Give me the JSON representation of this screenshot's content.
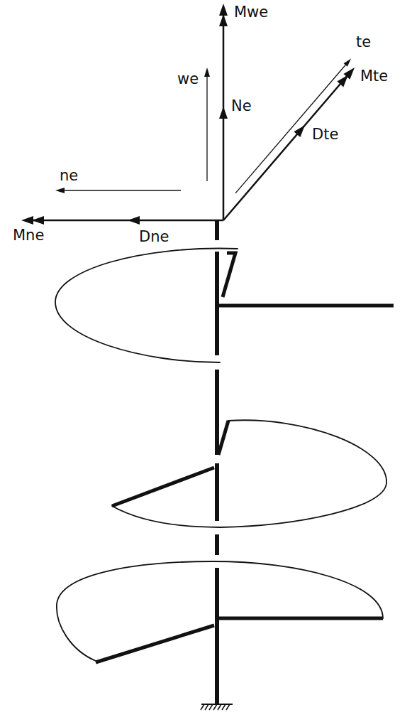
{
  "diagram": {
    "labels": [
      "Mwe",
      "we",
      "Ne",
      "te",
      "Mte",
      "Dte",
      "ne",
      "Mne",
      "Dne"
    ]
  }
}
